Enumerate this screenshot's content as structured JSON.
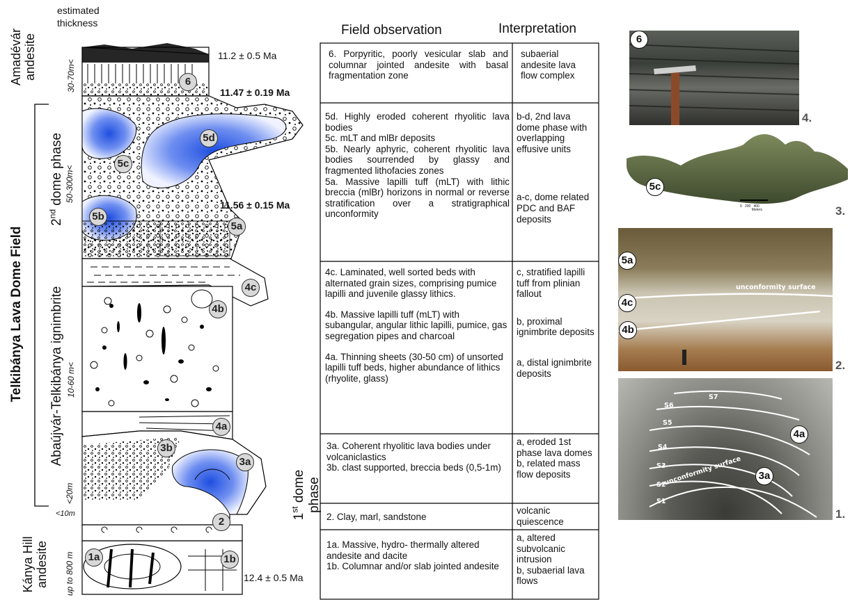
{
  "header": {
    "estimated_thickness": "estimated\nthickness",
    "field_observation": "Field observation",
    "interpretation": "Interpretation"
  },
  "left_labels": {
    "field_name": "Telkibánya Lava Dome Field",
    "amadevar": "Amadévár\nandesite",
    "dome2": "2nd dome phase",
    "ignimbrite": "Abaújvár-Telkibánya  ignimbrite",
    "kanya": "Kánya Hill\nandesite",
    "dome1": "1st dome\nphase"
  },
  "thickness": {
    "t6": "30-70m<",
    "t5": "50-300m<",
    "t4": "10-60 m<",
    "t3": "<20m",
    "t2": "<10m",
    "t1": "up to 800 m"
  },
  "ages": {
    "a1": "11.2 ± 0.5 Ma",
    "a2": "11.47 ± 0.19 Ma",
    "a3": "11.56 ± 0.15 Ma",
    "a4": "12.4 ± 0.5 Ma"
  },
  "units": [
    "6",
    "5d",
    "5c",
    "5b",
    "5a",
    "4c",
    "4b",
    "4a",
    "3b",
    "3a",
    "2",
    "1a",
    "1b"
  ],
  "table": [
    {
      "obs": [
        "6.  Porpyritic, poorly vesicular slab and columnar jointed andesite with basal fragmentation zone"
      ],
      "interp": [
        "subaerial andesite lava flow complex"
      ]
    },
    {
      "obs": [
        "5d. Highly eroded coherent rhyolitic lava bodies",
        "5c. mLT and mlBr deposits",
        "5b.  Nearly aphyric, coherent rhyolitic lava bodies sourrended by glassy and fragmented lithofacies zones",
        "5a. Massive lapilli tuff  (mLT) with lithic breccia (mlBr) horizons in normal or reverse stratification over a stratigraphical unconformity"
      ],
      "interp": [
        "b-d, 2nd lava dome phase with overlapping effusive units",
        "a-c, dome related PDC and BAF deposits"
      ]
    },
    {
      "obs": [
        "4c. Laminated, well sorted beds with alternated grain sizes, comprising pumice lapilli and juvenile glassy lithics.",
        "4b. Massive lapilli tuff (mLT) with subangular, angular lithic lapilli, pumice,  gas segregation pipes and charcoal",
        "4a. Thinning sheets (30-50 cm) of unsorted lapilli tuff beds,  higher abundance of lithics (rhyolite, glass)"
      ],
      "interp": [
        "c,  stratified lapilli tuff  from plinian fallout",
        "b, proximal ignimbrite deposits",
        "a, distal ignimbrite deposits"
      ]
    },
    {
      "obs": [
        "3a.    Coherent    rhyolitic lava bodies under volcaniclastics",
        "3b. clast supported,  breccia beds (0,5-1m)"
      ],
      "interp": [
        "a,  eroded 1st phase lava domes",
        "b, related mass flow deposits"
      ]
    },
    {
      "obs": [
        "2.  Clay, marl, sandstone"
      ],
      "interp": [
        "volcanic quiescence"
      ]
    },
    {
      "obs": [
        "1a.  Massive,      hydro- thermally altered andesite and dacite",
        "1b.  Columnar and/or slab jointed andesite"
      ],
      "interp": [
        "a,  altered subvolcanic intrusion",
        "b, subaerial lava flows"
      ]
    }
  ],
  "photos": {
    "p4": {
      "number": "4.",
      "label": "6"
    },
    "p3": {
      "number": "3.",
      "label": "5c",
      "scale": "0   200   400\n            Meters"
    },
    "p2": {
      "number": "2.",
      "labels": [
        "5a",
        "4c",
        "4b"
      ],
      "surface": "unconformity surface"
    },
    "p1": {
      "number": "1.",
      "labels": [
        "4a",
        "3a"
      ],
      "surface": "unconformity surface",
      "strata": [
        "S6",
        "S7",
        "S5",
        "S4",
        "S3",
        "S2",
        "S1"
      ]
    }
  }
}
